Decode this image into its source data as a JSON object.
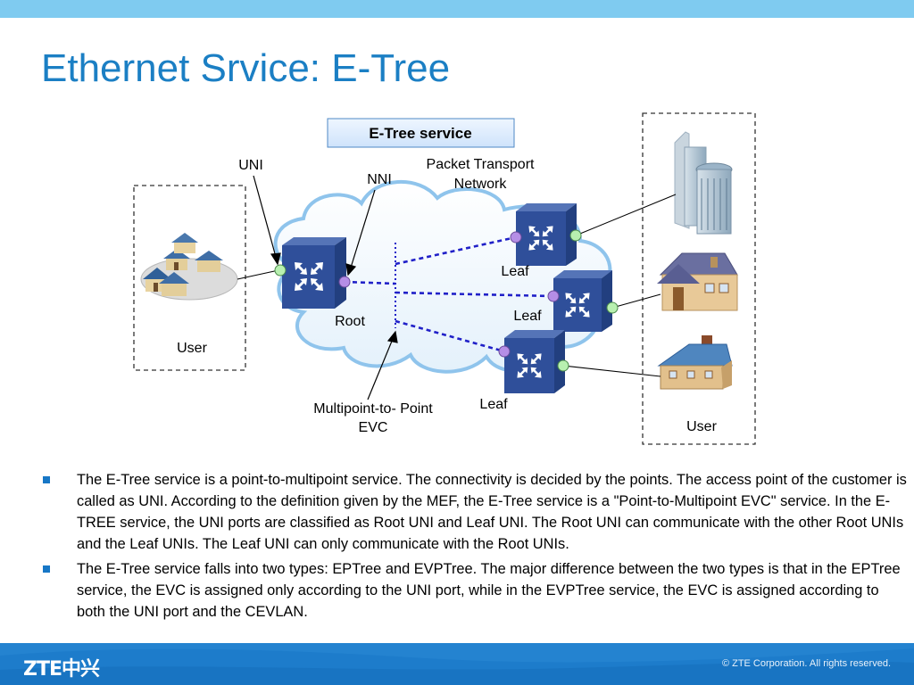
{
  "slide": {
    "title": "Ethernet Srvice: E-Tree"
  },
  "diagram": {
    "header": "E-Tree service",
    "labels": {
      "uni": "UNI",
      "nni": "NNI",
      "network_line1": "Packet Transport",
      "network_line2": "Network",
      "root": "Root",
      "leaf": "Leaf",
      "user": "User",
      "evc_line1": "Multipoint-to- Point",
      "evc_line2": "EVC"
    },
    "colors": {
      "switch": "#2f4f9a",
      "evc_line": "#2020c8",
      "uni_port": "#b8f0b0",
      "nni_port": "#b58ee6",
      "cloud_edge": "#8fc4ec"
    },
    "icons": [
      "house-cluster-icon",
      "switch-icon",
      "office-building-icon",
      "cottage-icon",
      "house-icon"
    ]
  },
  "bullets": [
    "The E-Tree service is a point-to-multipoint service. The connectivity is decided by the points. The access point of the customer is called as UNI. According to the definition given by the MEF, the E-Tree service is a \"Point-to-Multipoint EVC\" service. In the E-TREE service, the UNI ports are classified as Root UNI and Leaf UNI. The Root UNI can communicate with the other Root UNIs and the Leaf UNIs. The Leaf UNI can only communicate with the Root UNIs.",
    "The E-Tree service falls into two types: EPTree and EVPTree. The major difference between the two types is that in the EPTree service, the EVC is assigned only according to the UNI port, while in the EVPTree service, the EVC is assigned according to both the UNI port and the CEVLAN."
  ],
  "footer": {
    "logo": "ZTE中兴",
    "copyright": "© ZTE Corporation. All rights reserved."
  }
}
